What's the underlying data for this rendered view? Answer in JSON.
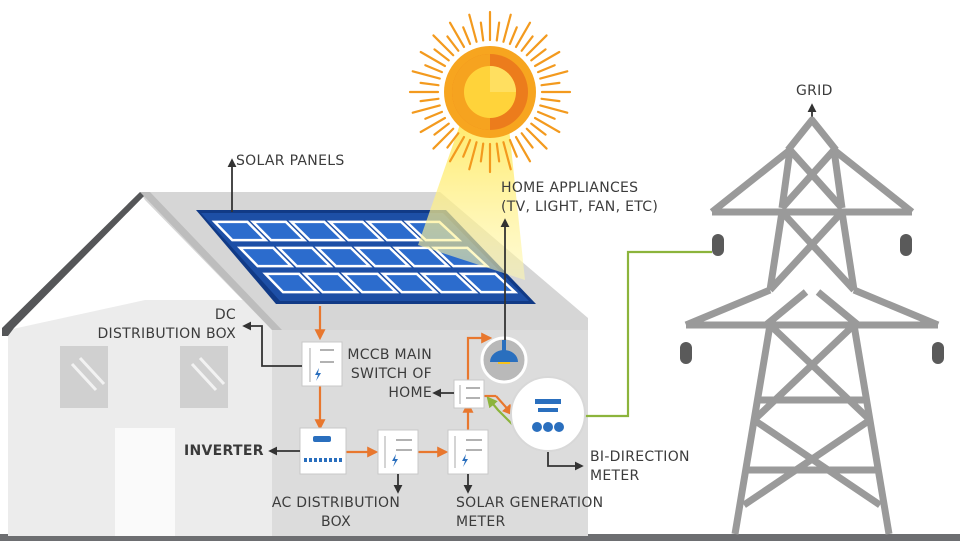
{
  "labels": {
    "solar_panels": "SOLAR PANELS",
    "home_appliances_line1": "HOME APPLIANCES",
    "home_appliances_line2": "(TV, LIGHT, FAN, ETC)",
    "grid": "GRID",
    "dc_box_line1": "DC",
    "dc_box_line2": "DISTRIBUTION BOX",
    "mccb_line1": "MCCB MAIN",
    "mccb_line2": "SWITCH OF",
    "mccb_line3": "HOME",
    "inverter": "INVERTER",
    "ac_box_line1": "AC DISTRIBUTION",
    "ac_box_line2": "BOX",
    "solar_meter_line1": "SOLAR GENERATION",
    "solar_meter_line2": "METER",
    "bidir_line1": "BI-DIRECTION",
    "bidir_line2": "METER"
  },
  "icons": [
    "sun-icon",
    "solar-panel-icon",
    "lamp-icon",
    "meter-icon",
    "transmission-tower-icon",
    "lightning-icon"
  ],
  "colors": {
    "dc_power_line": "#e8772e",
    "grid_line": "#8cb43c",
    "panel": "#1d4fa6",
    "sun": "#f39a1e",
    "tower": "#999999",
    "house": "#e9e9e9",
    "roof": "#58595b",
    "meter": "#2a6fbe"
  }
}
